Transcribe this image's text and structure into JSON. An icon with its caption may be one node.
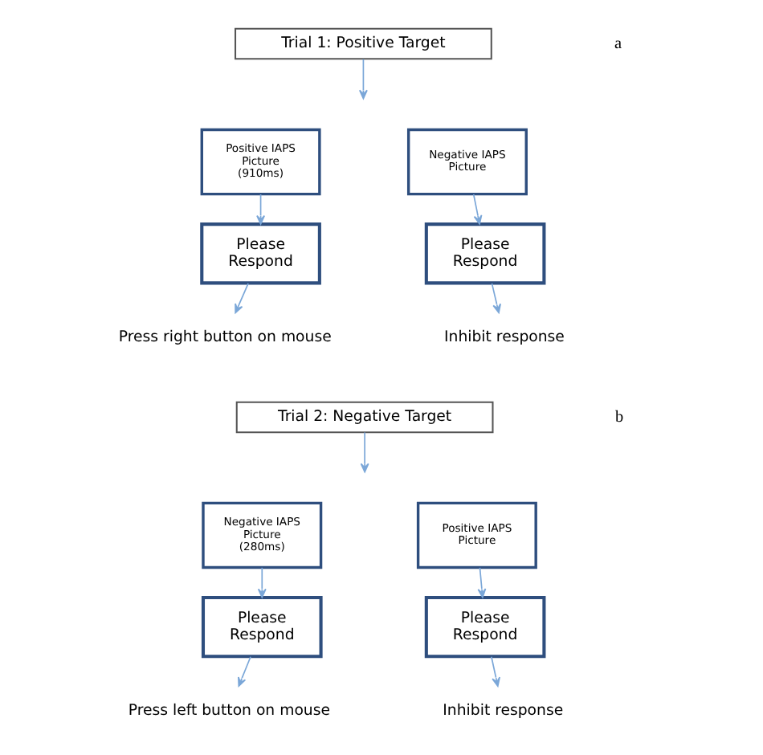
{
  "diagram": {
    "nodes": [
      {
        "text": [
          "Trial 1: Positive Target"
        ]
      },
      {
        "text": [
          "Positive IAPS Picture (910ms)"
        ]
      },
      {
        "text": [
          "Negative IAPS Picture"
        ]
      },
      {
        "text": [
          "Please Respond"
        ]
      },
      {
        "text": [
          "Please Respond"
        ]
      },
      {
        "text": [
          "Press right button on mouse"
        ]
      },
      {
        "text": [
          "Inhibit response"
        ]
      },
      {
        "text": [
          "Trial 2: Negative Target"
        ]
      },
      {
        "text": [
          "Negative IAPS Picture (280ms)"
        ]
      },
      {
        "text": [
          "Positive IAPS Picture"
        ]
      },
      {
        "text": [
          "Please Respond"
        ]
      },
      {
        "text": [
          "Please Respond"
        ]
      },
      {
        "text": [
          "Press left button on mouse"
        ]
      },
      {
        "text": [
          "Inhibit response"
        ]
      }
    ],
    "edges": [
      {
        "from": 0,
        "to": null,
        "arrow": "to"
      },
      {
        "from": 1,
        "to": 3,
        "arrow": "to"
      },
      {
        "from": 3,
        "to": 5,
        "arrow": "to"
      },
      {
        "from": 2,
        "to": 4,
        "arrow": "to"
      },
      {
        "from": 4,
        "to": 6,
        "arrow": "to"
      },
      {
        "from": 7,
        "to": null,
        "arrow": "to"
      },
      {
        "from": 8,
        "to": 10,
        "arrow": "to"
      },
      {
        "from": 10,
        "to": 12,
        "arrow": "to"
      },
      {
        "from": 9,
        "to": 11,
        "arrow": "to"
      },
      {
        "from": 11,
        "to": 13,
        "arrow": "to"
      }
    ],
    "labels": [
      "a",
      "b"
    ]
  }
}
